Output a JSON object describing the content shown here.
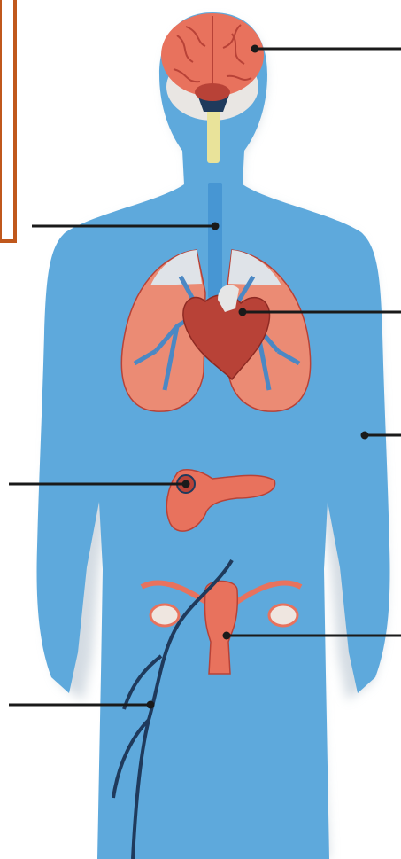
{
  "diagram": {
    "colors": {
      "background": "#ffffff",
      "body": "#5ea9dc",
      "body_shadow": "#c9d3dc",
      "frame": "#c0581c",
      "organ": "#e8725d",
      "organ_dark": "#b84237",
      "organ_light": "#f3a08c",
      "lung_tissue": "#eb8b74",
      "vessel": "#4b88c4",
      "nerve": "#1f3a5c",
      "spinal_cord": "#e9e39a",
      "trachea": "#4796d3",
      "leader": "#1a1a1a",
      "ovary": "#efe6e0"
    },
    "structures": [
      {
        "id": "brain",
        "icon": "brain-icon"
      },
      {
        "id": "spinal-cord",
        "icon": "spinal-cord-icon"
      },
      {
        "id": "trachea",
        "icon": "trachea-icon"
      },
      {
        "id": "lungs",
        "icon": "lungs-icon"
      },
      {
        "id": "heart",
        "icon": "heart-icon"
      },
      {
        "id": "pancreas",
        "icon": "pancreas-icon"
      },
      {
        "id": "uterus",
        "icon": "uterus-icon"
      },
      {
        "id": "ovaries",
        "icon": "ovary-icon"
      },
      {
        "id": "nerve",
        "icon": "nerve-icon"
      }
    ],
    "label_pointers": [
      {
        "side": "right",
        "target": "brain"
      },
      {
        "side": "left",
        "target": "trachea"
      },
      {
        "side": "right",
        "target": "heart"
      },
      {
        "side": "right",
        "target": "body"
      },
      {
        "side": "left",
        "target": "pancreas"
      },
      {
        "side": "right",
        "target": "uterus"
      },
      {
        "side": "left",
        "target": "nerve"
      }
    ]
  }
}
